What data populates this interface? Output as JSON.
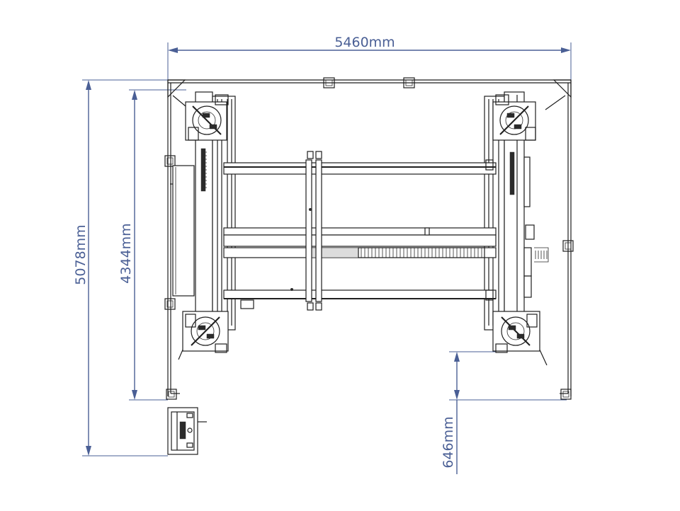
{
  "dimensions": {
    "width": "5460mm",
    "height_total": "5078mm",
    "height_frame": "4344mm",
    "offset": "646mm"
  },
  "colors": {
    "dimension": "#4a5f95",
    "line": "#1f1f1f"
  }
}
